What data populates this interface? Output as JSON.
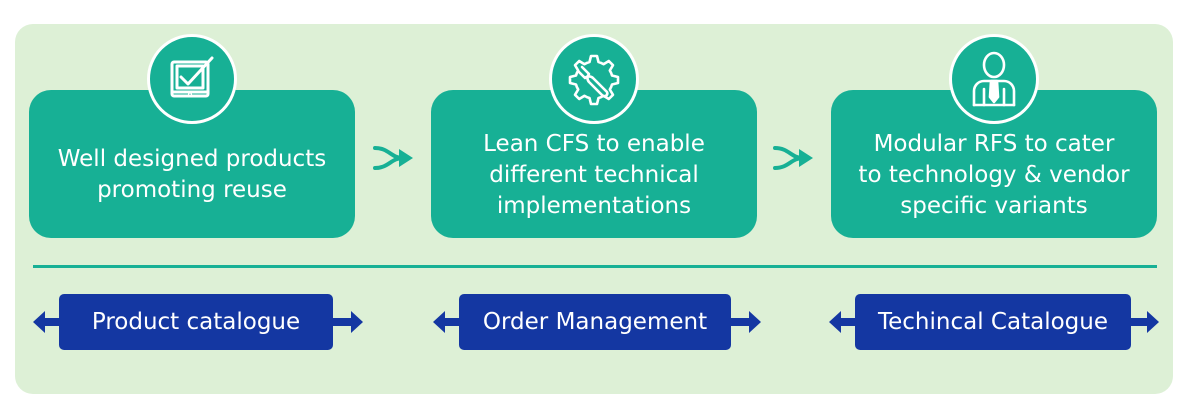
{
  "steps": [
    {
      "text": "Well designed products\npromoting reuse",
      "icon": "checklist-tablet-icon"
    },
    {
      "text": "Lean CFS to enable\ndifferent technical\nimplementations",
      "icon": "gear-wrench-icon"
    },
    {
      "text": "Modular RFS to cater\nto technology & vendor\nspecific variants",
      "icon": "person-tie-icon"
    }
  ],
  "systems": [
    {
      "label": "Product catalogue"
    },
    {
      "label": "Order Management"
    },
    {
      "label": "Techincal Catalogue"
    }
  ],
  "colors": {
    "background": "#ddf0d6",
    "teal": "#17b095",
    "navy": "#1437a2",
    "text": "#ffffff"
  }
}
